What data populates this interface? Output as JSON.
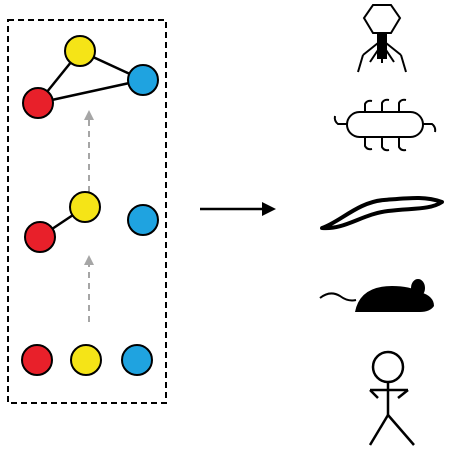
{
  "diagram": {
    "stages": [
      {
        "nodes": [
          "red",
          "yellow",
          "blue"
        ],
        "edges": []
      },
      {
        "nodes": [
          "red",
          "yellow",
          "blue"
        ],
        "edges": [
          [
            "red",
            "yellow"
          ]
        ]
      },
      {
        "nodes": [
          "red",
          "yellow",
          "blue"
        ],
        "edges": [
          [
            "red",
            "yellow"
          ],
          [
            "yellow",
            "blue"
          ],
          [
            "red",
            "blue"
          ]
        ]
      }
    ],
    "organisms": [
      "bacteriophage-icon",
      "bacterium-icon",
      "worm-icon",
      "mouse-icon",
      "human-icon"
    ]
  },
  "colors": {
    "red": "#e8202a",
    "yellow": "#f5e417",
    "blue": "#1fa3e0",
    "ink": "#000000",
    "dashed_arrow": "#a6a6a6"
  }
}
